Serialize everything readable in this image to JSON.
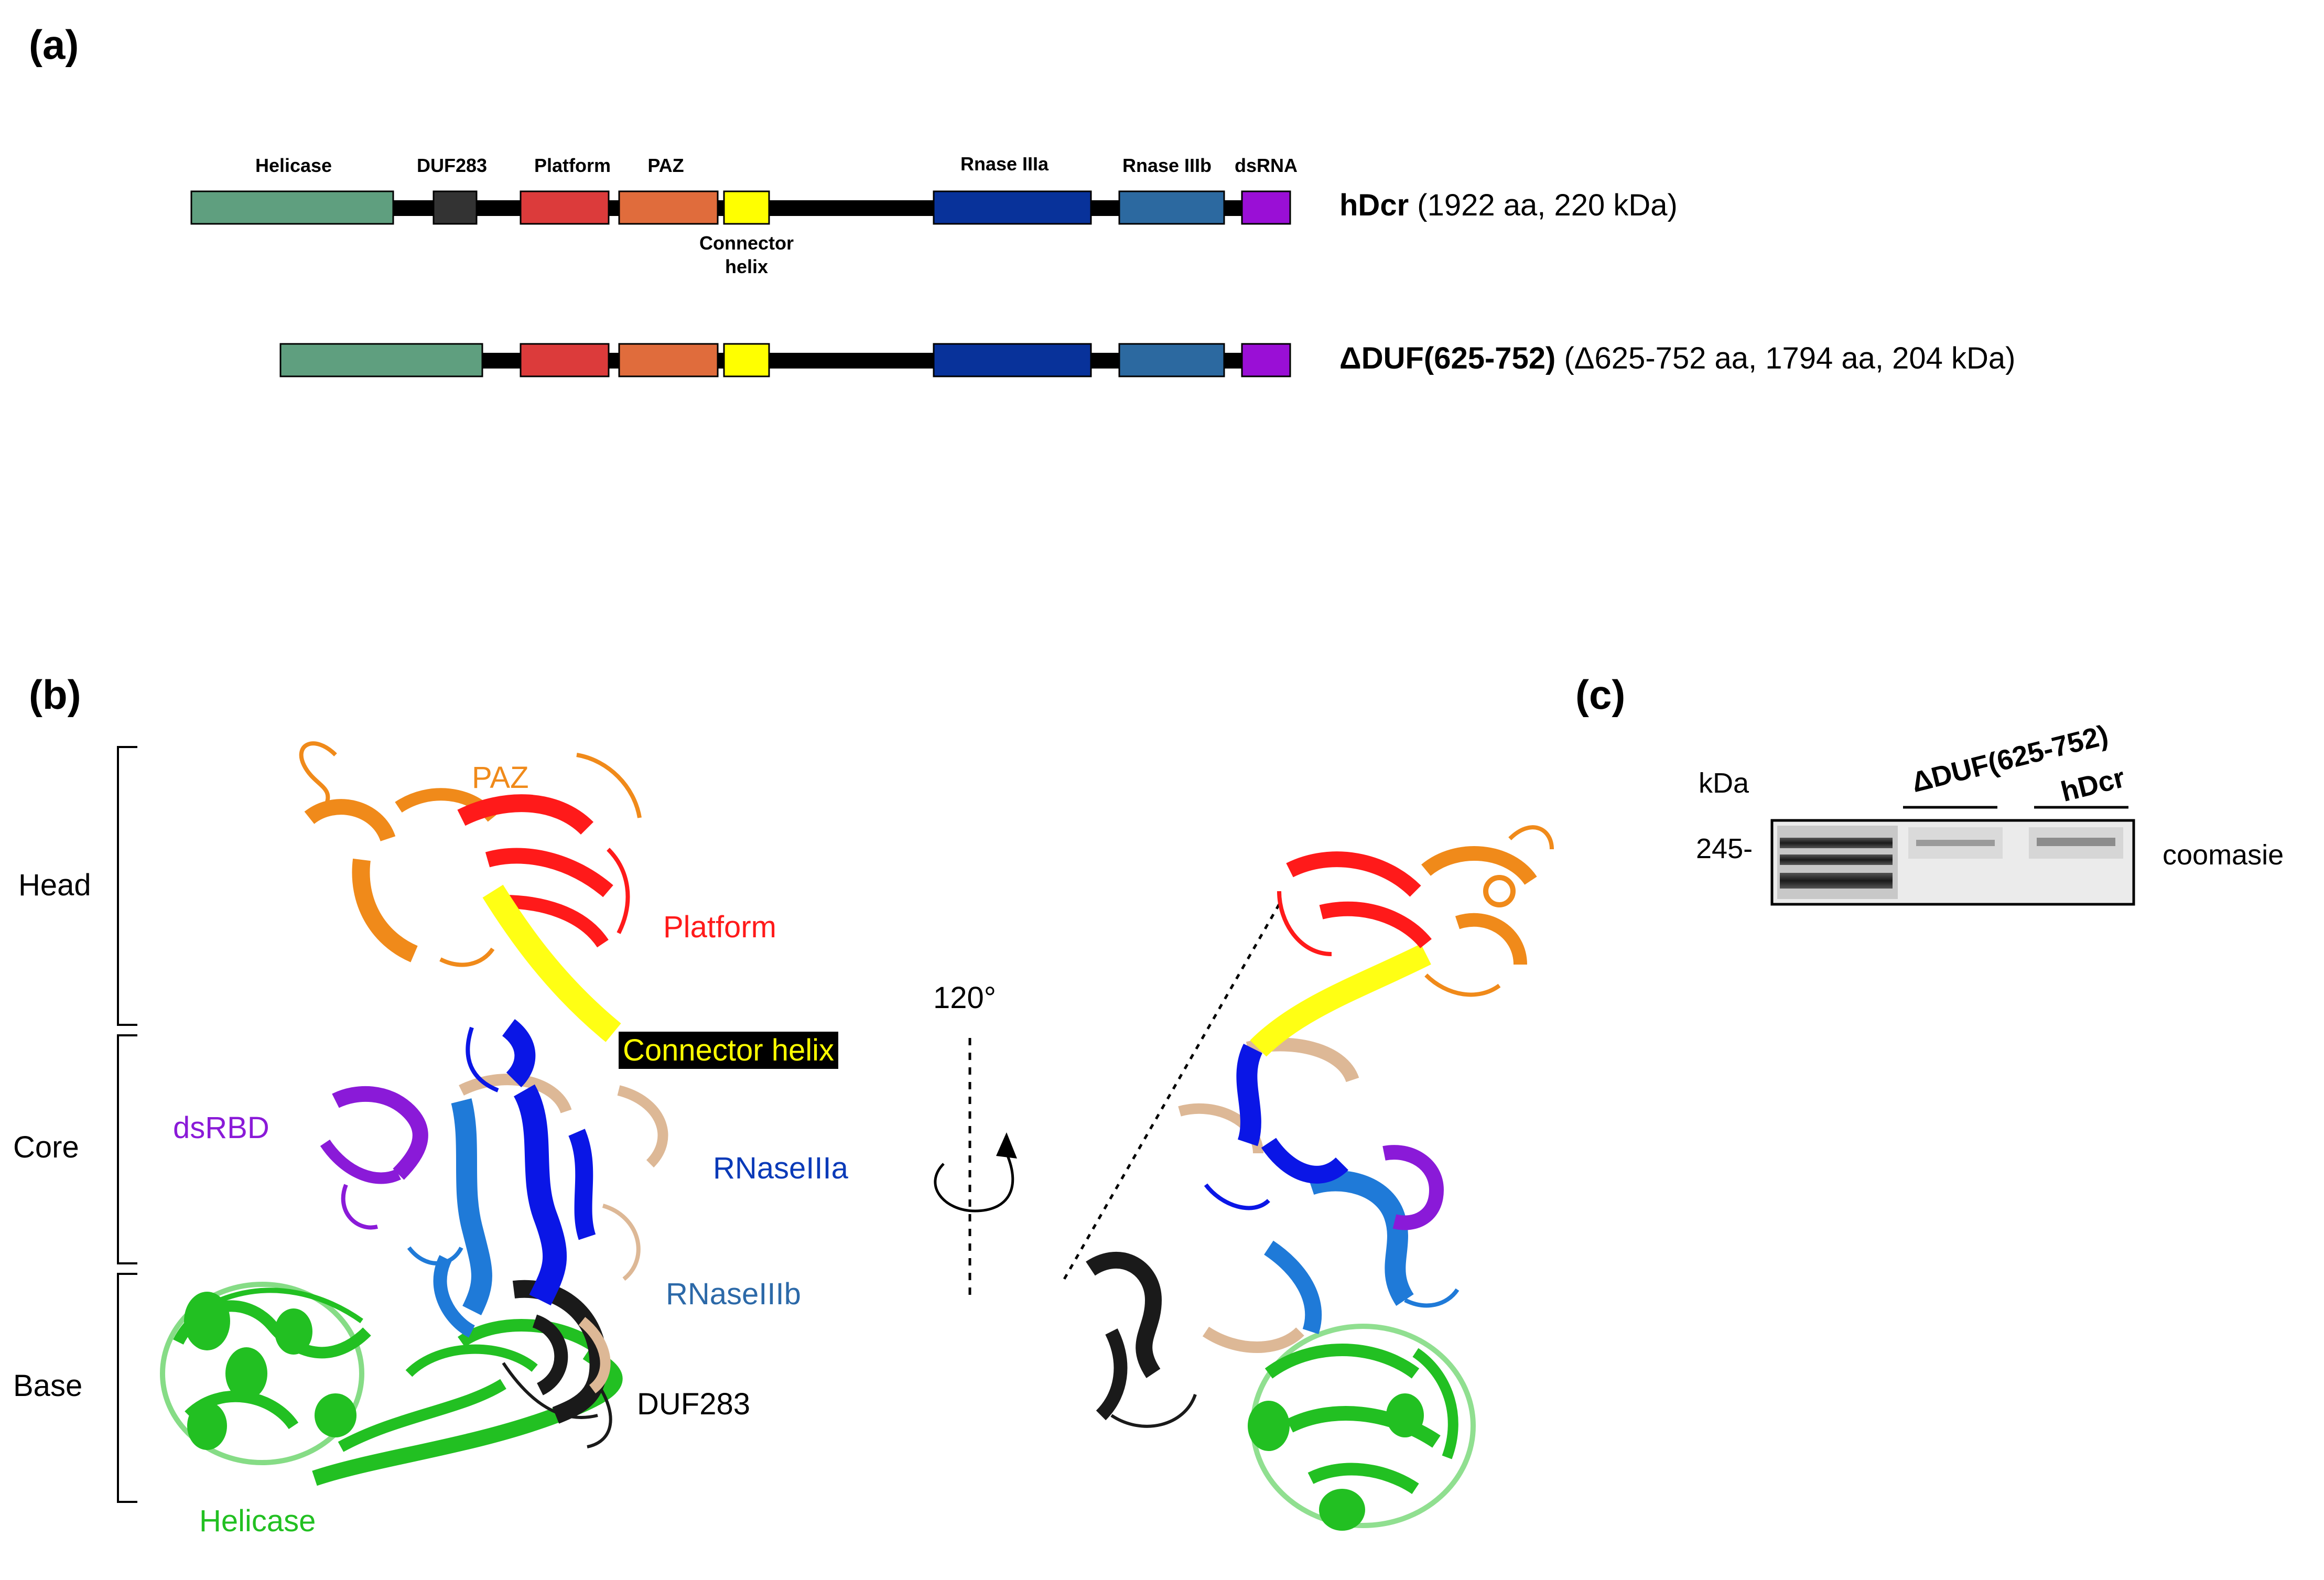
{
  "panels": {
    "a": "(a)",
    "b": "(b)",
    "c": "(c)"
  },
  "colors": {
    "helicase": "#5f9f7f",
    "duf283": "#333333",
    "platform": "#dc3b3b",
    "paz": "#e06c3c",
    "connector": "#ffff00",
    "rnase3a": "#08329a",
    "rnase3b": "#2c69a0",
    "dsrna": "#9a0fd6",
    "s_helicase": "#22c022",
    "s_duf": "#1a1a1a",
    "s_paz": "#f08a1a",
    "s_platform": "#ff1a1a",
    "s_connector": "#ffff14",
    "s_rnase3a": "#0a16e6",
    "s_rnase3b": "#1f7ad8",
    "s_dsrbd": "#8a1ad8",
    "s_linker": "#ddb896"
  },
  "domain_map": {
    "labels": {
      "helicase": "Helicase",
      "duf283": "DUF283",
      "platform": "Platform",
      "paz": "PAZ",
      "connector_l1": "Connector",
      "connector_l2": "helix",
      "rnase3a": "Rnase IIIa",
      "rnase3b": "Rnase IIIb",
      "dsrna": "dsRNA"
    },
    "constructs": [
      {
        "name": "hDcr",
        "detail": " (1922 aa, 220 kDa)"
      },
      {
        "name": "ΔDUF(625-752)",
        "detail": " (Δ625-752 aa, 1794 aa, 204 kDa)"
      }
    ]
  },
  "structure": {
    "brackets": [
      "Head",
      "Core",
      "Base"
    ],
    "labels": {
      "paz": "PAZ",
      "platform": "Platform",
      "connector": "Connector helix",
      "dsrbd": "dsRBD",
      "rnase3a": "RNaseIIIa",
      "rnase3b": "RNaseIIIb",
      "duf283": "DUF283",
      "helicase": "Helicase"
    },
    "rotation": "120°"
  },
  "gel": {
    "unit": "kDa",
    "marker": "245-",
    "lanes": [
      "ΔDUF(625-752)",
      "hDcr"
    ],
    "stain": "coomasie"
  }
}
